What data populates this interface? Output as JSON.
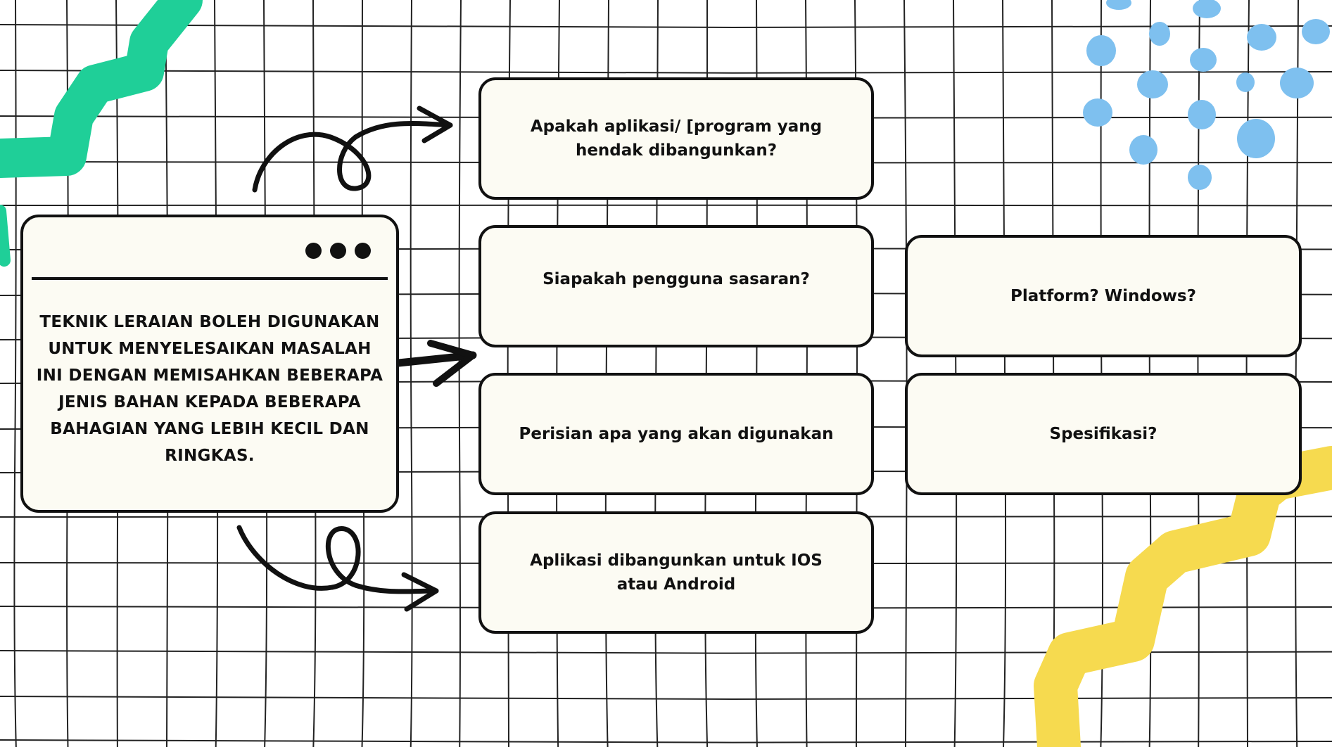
{
  "main_box": {
    "text": "TEKNIK LERAIAN BOLEH DIGUNAKAN UNTUK MENYELESAIKAN MASALAH INI DENGAN MEMISAHKAN BEBERAPA JENIS BAHAN KEPADA BEBERAPA BAHAGIAN YANG LEBIH KECIL DAN RINGKAS."
  },
  "cards": [
    {
      "text": "Apakah aplikasi/ [program yang hendak dibangunkan?"
    },
    {
      "text": "Siapakah pengguna sasaran?"
    },
    {
      "text": "Perisian apa yang akan digunakan"
    },
    {
      "text": "Aplikasi dibangunkan untuk IOS atau Android"
    },
    {
      "text": "Platform? Windows?"
    },
    {
      "text": "Spesifikasi?"
    }
  ],
  "colors": {
    "green_squiggle": "#1fcf98",
    "yellow_squiggle": "#f6da4f",
    "blue_dots": "#7ec0ef",
    "card_fill": "#fcfbf3",
    "ink": "#111111"
  }
}
